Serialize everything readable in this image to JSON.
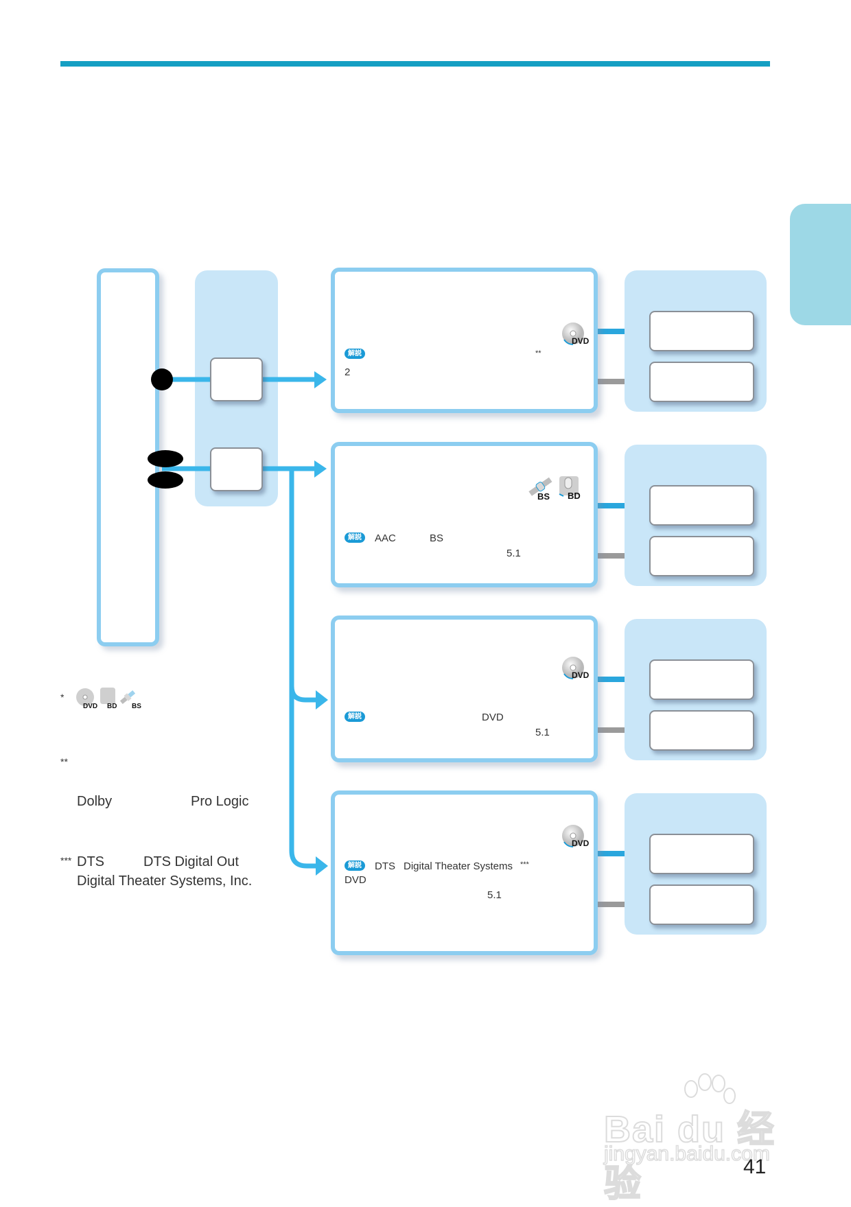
{
  "page": {
    "number": "41",
    "accent_color": "#159fc3",
    "tab_color": "#9dd8e6",
    "box_border_color": "#8ccdf0",
    "panel_color": "#c9e6f8",
    "arrow_blue": "#3ab6ea",
    "arrow_gray": "#aaaaaa"
  },
  "formats": [
    {
      "badge": "解説",
      "icons": [
        {
          "name": "dvd-disc-icon",
          "label": "DVD"
        }
      ],
      "line1": "",
      "line1_note": "**",
      "line2": "2",
      "line3": ""
    },
    {
      "badge": "解説",
      "icons": [
        {
          "name": "bs-satellite-icon",
          "label": "BS"
        },
        {
          "name": "bd-disc-icon",
          "label": "BD"
        }
      ],
      "line1a": "AAC",
      "line1b": "BS",
      "line2": "5.1"
    },
    {
      "badge": "解説",
      "icons": [
        {
          "name": "dvd-disc-icon",
          "label": "DVD"
        }
      ],
      "line1b": "DVD",
      "line2": "5.1"
    },
    {
      "badge": "解説",
      "icons": [
        {
          "name": "dvd-disc-icon",
          "label": "DVD"
        }
      ],
      "line1a": "DTS",
      "line1b": "Digital Theater Systems",
      "line1_note": "***",
      "line2a": "DVD",
      "line2": "5.1"
    }
  ],
  "footnotes": {
    "note1_mark": "*",
    "note1_icons": [
      "DVD",
      "BD",
      "BS"
    ],
    "note2_mark": "**",
    "note2_a": "Dolby",
    "note2_b": "Pro Logic",
    "note3_mark": "***",
    "note3_a": "DTS",
    "note3_b": "DTS Digital Out",
    "note3_c": "Digital Theater Systems, Inc."
  },
  "watermark": {
    "brand": "Bai du 经验",
    "url": "jingyan.baidu.com"
  }
}
